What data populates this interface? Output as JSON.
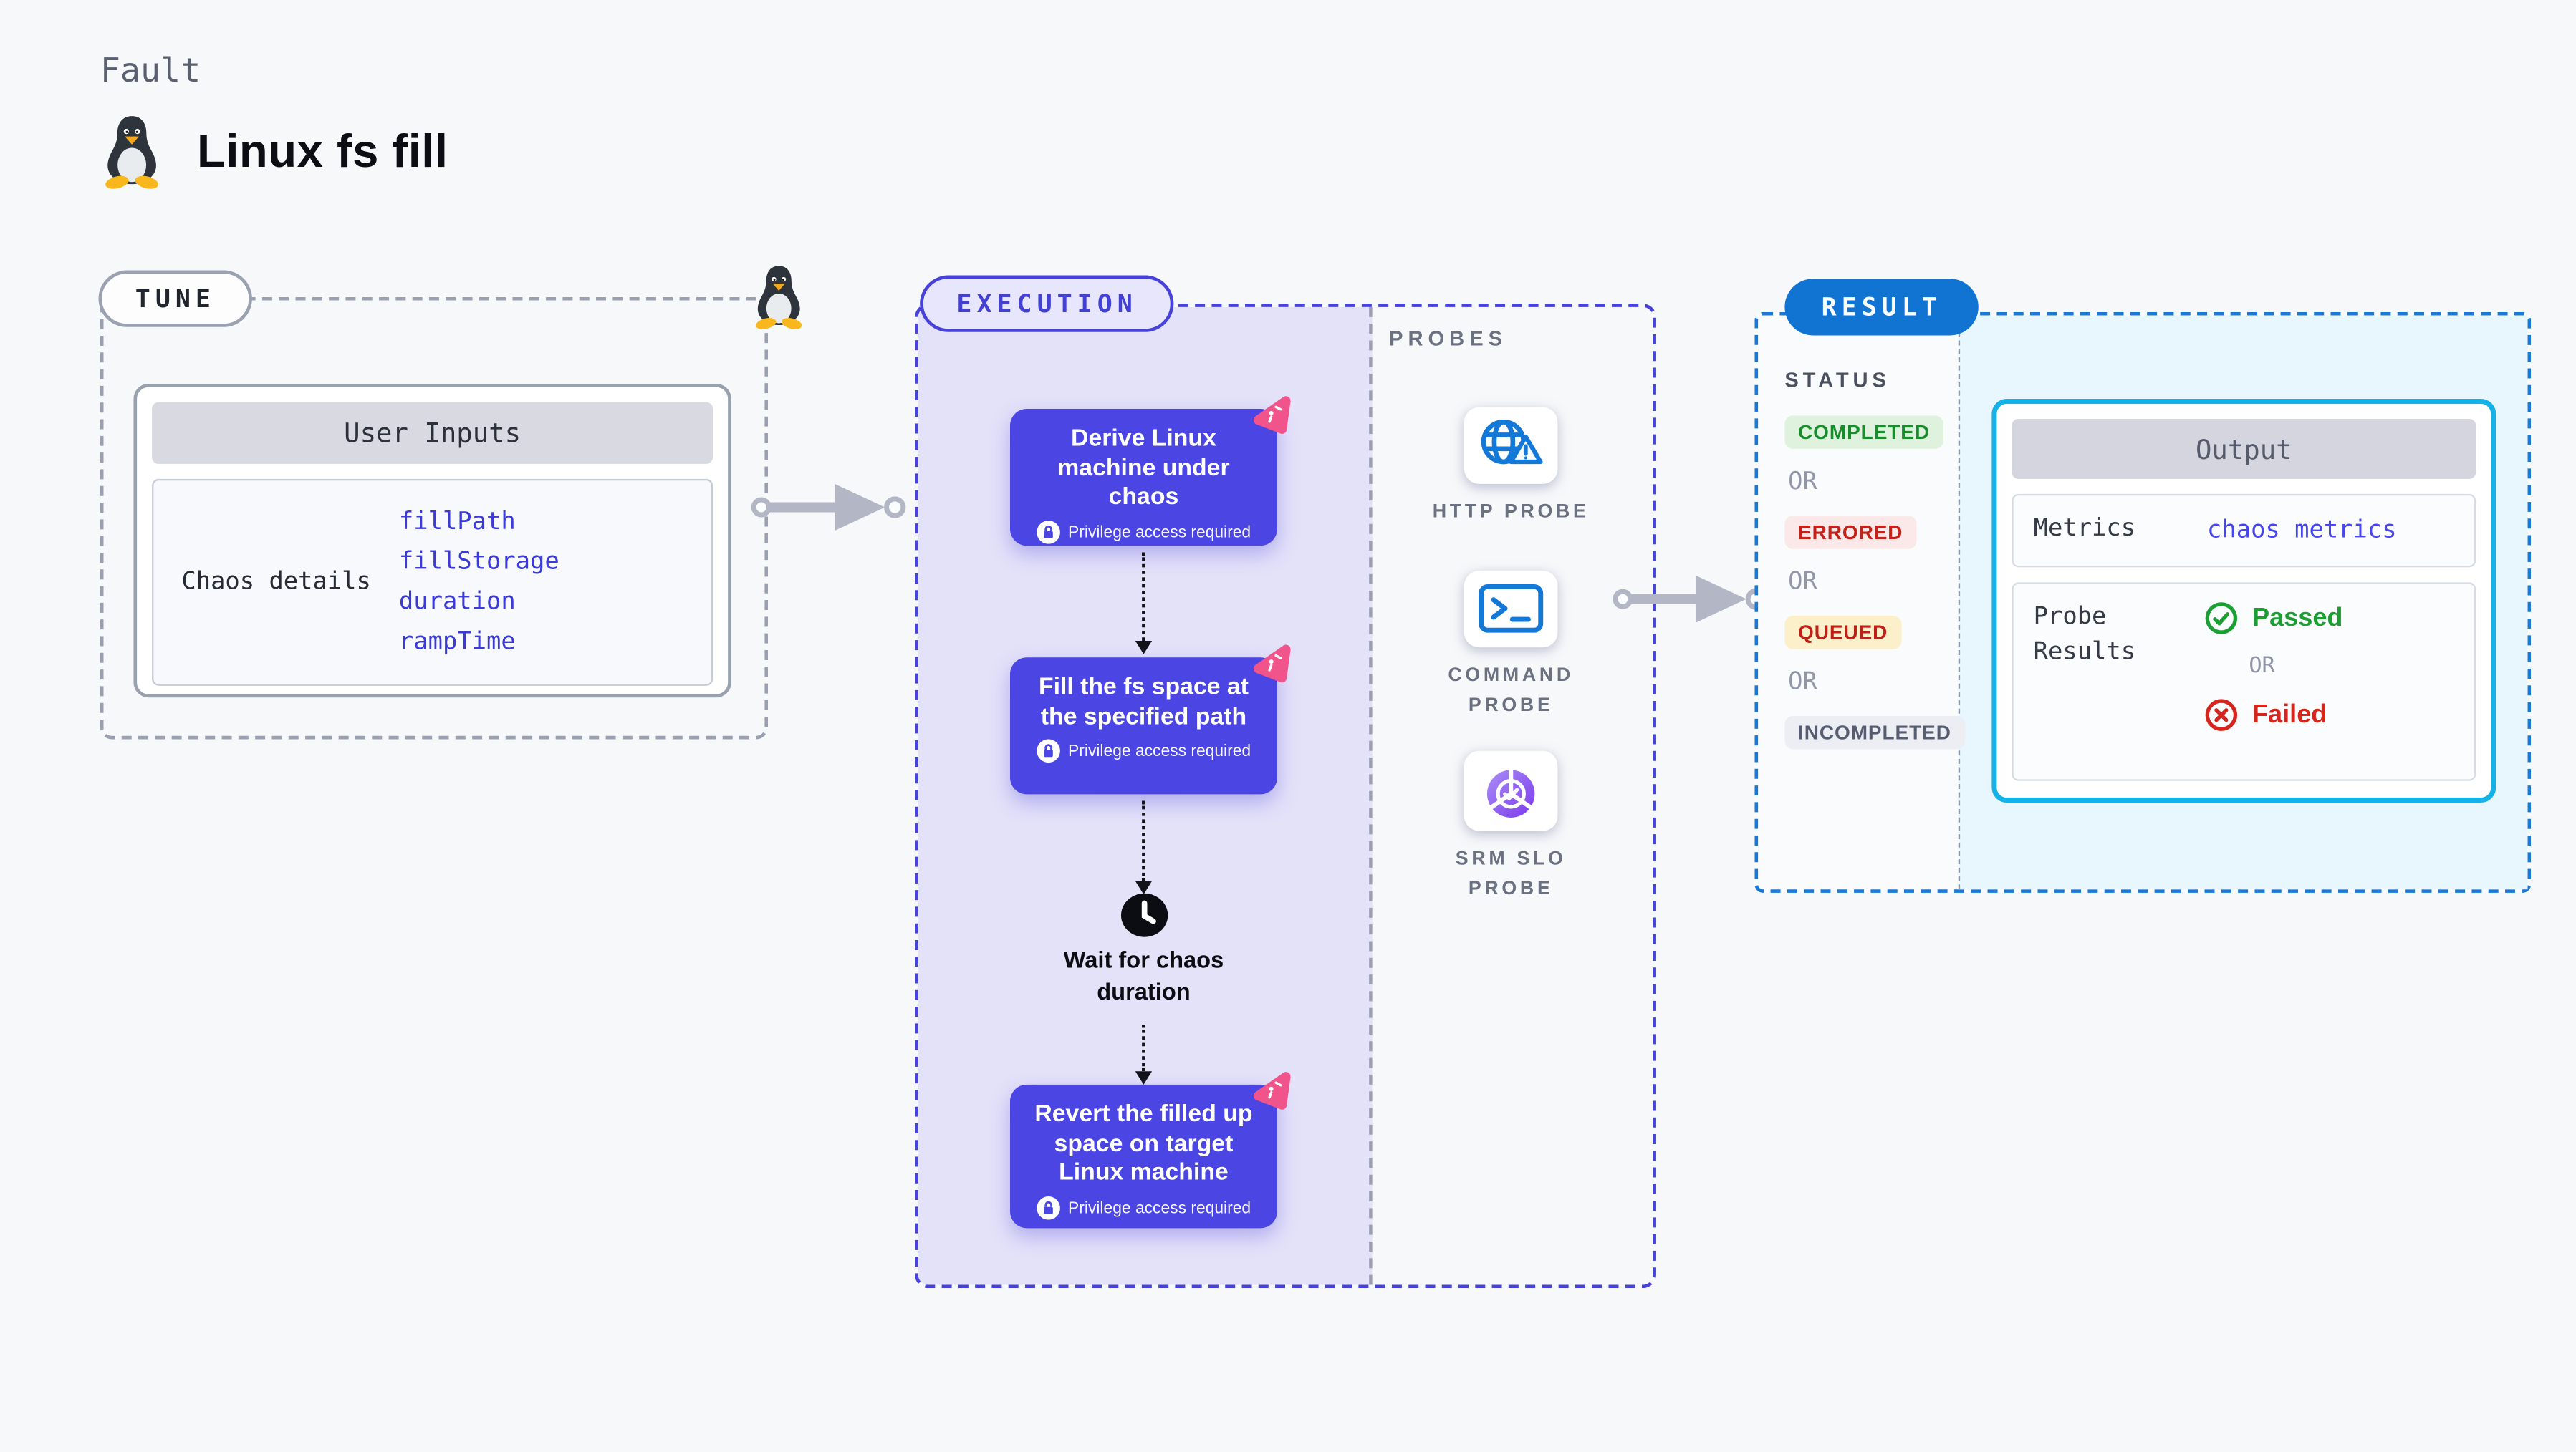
{
  "header": {
    "eyebrow": "Fault",
    "title": "Linux fs fill",
    "icon": "tux-penguin-icon"
  },
  "tune": {
    "badge": "TUNE",
    "corner_icon": "tux-penguin-icon",
    "user_inputs": {
      "header": "User Inputs",
      "row_label": "Chaos details",
      "fields": [
        "fillPath",
        "fillStorage",
        "duration",
        "rampTime"
      ]
    }
  },
  "execution": {
    "badge": "EXECUTION",
    "steps": [
      {
        "title": "Derive Linux machine under chaos",
        "privilege": "Privilege access required",
        "corner_icon": "chaos-fault-icon",
        "lock_icon": "lock-icon"
      },
      {
        "title": "Fill the fs space at the specified path",
        "privilege": "Privilege access required",
        "corner_icon": "chaos-fault-icon",
        "lock_icon": "lock-icon"
      },
      {
        "title": "Revert the filled up space on target Linux machine",
        "privilege": "Privilege access required",
        "corner_icon": "chaos-fault-icon",
        "lock_icon": "lock-icon"
      }
    ],
    "wait": {
      "label": "Wait for chaos duration",
      "icon": "clock-icon"
    }
  },
  "probes": {
    "heading": "PROBES",
    "items": [
      {
        "label": "HTTP PROBE",
        "icon": "globe-warning-icon"
      },
      {
        "label": "COMMAND PROBE",
        "icon": "terminal-icon"
      },
      {
        "label": "SRM SLO PROBE",
        "icon": "slo-donut-icon"
      }
    ]
  },
  "result": {
    "badge": "RESULT",
    "status": {
      "heading": "STATUS",
      "or_label": "OR",
      "items": [
        {
          "label": "COMPLETED",
          "text_color": "#1b8c2e",
          "bg_color": "#def2dd"
        },
        {
          "label": "ERRORED",
          "text_color": "#c4211a",
          "bg_color": "#fbe9e9"
        },
        {
          "label": "QUEUED",
          "text_color": "#c01f17",
          "bg_color": "#fcf0cb"
        },
        {
          "label": "INCOMPLETED",
          "text_color": "#575d70",
          "bg_color": "#ededf4"
        }
      ]
    },
    "output": {
      "header": "Output",
      "metrics_label": "Metrics",
      "metrics_value": "chaos metrics",
      "probe_results_label": "Probe Results",
      "passed": {
        "label": "Passed",
        "icon": "check-circle-icon",
        "color": "#1d9e33"
      },
      "or_label": "OR",
      "failed": {
        "label": "Failed",
        "icon": "x-circle-icon",
        "color": "#d5251c"
      }
    }
  },
  "colors": {
    "page_bg": "#f7f8fa",
    "indigo_accent": "#4742d9",
    "step_card_bg": "#4b45e3",
    "lavender_fill": "#e4e2f9",
    "result_blue": "#1173d2",
    "cyan_fill": "#e8f6fd",
    "output_border": "#15b2e7",
    "probe_icon_blue": "#1378d8",
    "chaos_icon_pink": "#f1548a",
    "connector_gray": "#b3b6c5",
    "field_blue": "#3a3ad8"
  }
}
